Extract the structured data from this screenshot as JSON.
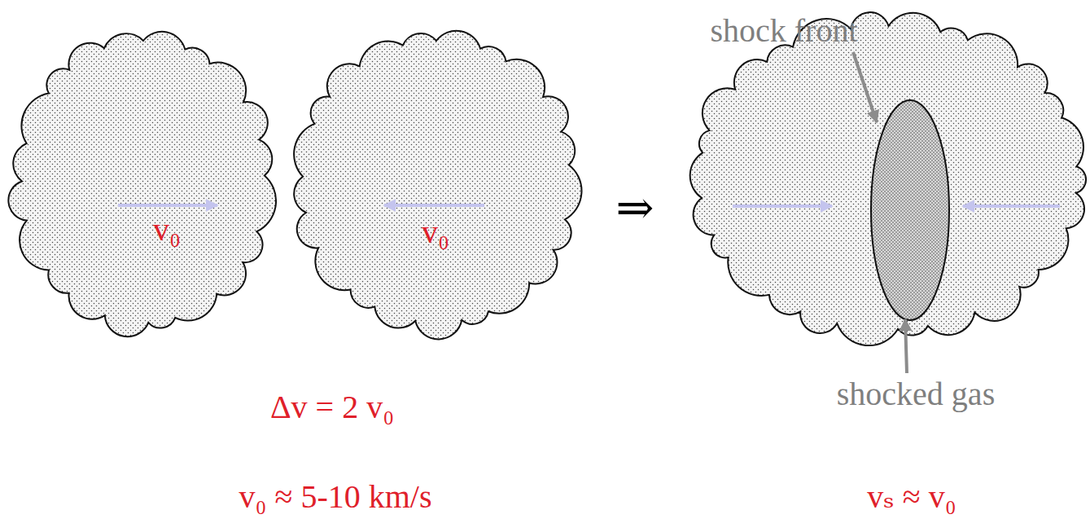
{
  "diagram": {
    "nodes": [
      {
        "text": [
          "v₀"
        ]
      },
      {
        "text": [
          "v₀"
        ]
      }
    ],
    "labels": [
      "shock front",
      "shocked gas",
      "Δv = 2 v₀",
      "v₀ ≈ 5-10 km/s",
      "vₛ ≈ v₀",
      "⇒"
    ]
  }
}
